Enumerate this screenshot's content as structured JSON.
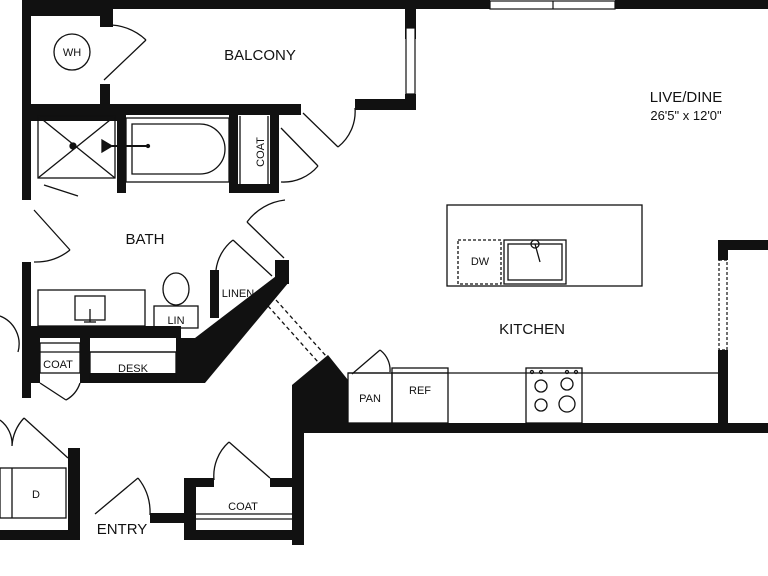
{
  "labels": {
    "wh": "WH",
    "balcony": "BALCONY",
    "live_dine": "LIVE/DINE",
    "live_dine_dim": "26'5\" x 12'0\"",
    "coat_bath": "COAT",
    "bath": "BATH",
    "dw": "DW",
    "linen": "LINEN",
    "lin": "LIN",
    "kitchen": "KITCHEN",
    "coat_desk": "COAT",
    "desk": "DESK",
    "pan": "PAN",
    "ref": "REF",
    "dryer": "D",
    "coat_entry": "COAT",
    "entry": "ENTRY"
  }
}
